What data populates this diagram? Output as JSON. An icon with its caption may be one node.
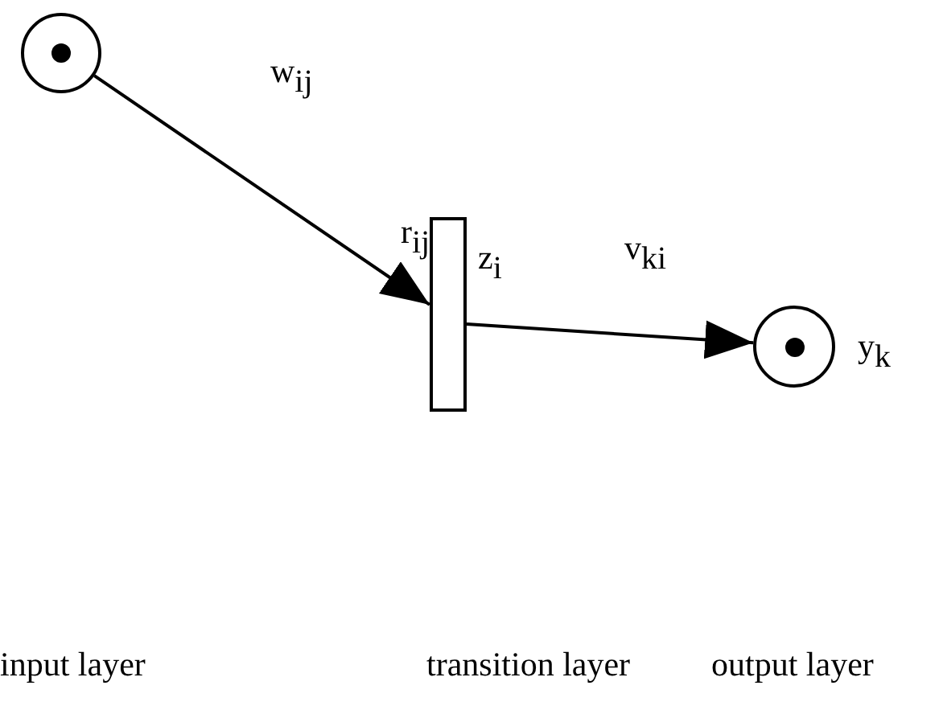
{
  "diagram": {
    "nodes": [
      {
        "text": [],
        "shape": "circle"
      },
      {
        "text": [],
        "shape": "bar",
        "beside": [
          "z$_{i}$"
        ]
      },
      {
        "text": [],
        "shape": "circle",
        "beside": [
          "y$_{k}$"
        ]
      }
    ],
    "edges": [
      {
        "from": 0,
        "to": 1,
        "arrow": "to",
        "label": "w$_{ij}$"
      },
      {
        "from": 1,
        "to": 2,
        "arrow": "to",
        "label": "v$_{ki}$"
      }
    ],
    "labels": [
      "r$_{ij}$",
      "input layer",
      "transition layer",
      "output layer"
    ]
  }
}
